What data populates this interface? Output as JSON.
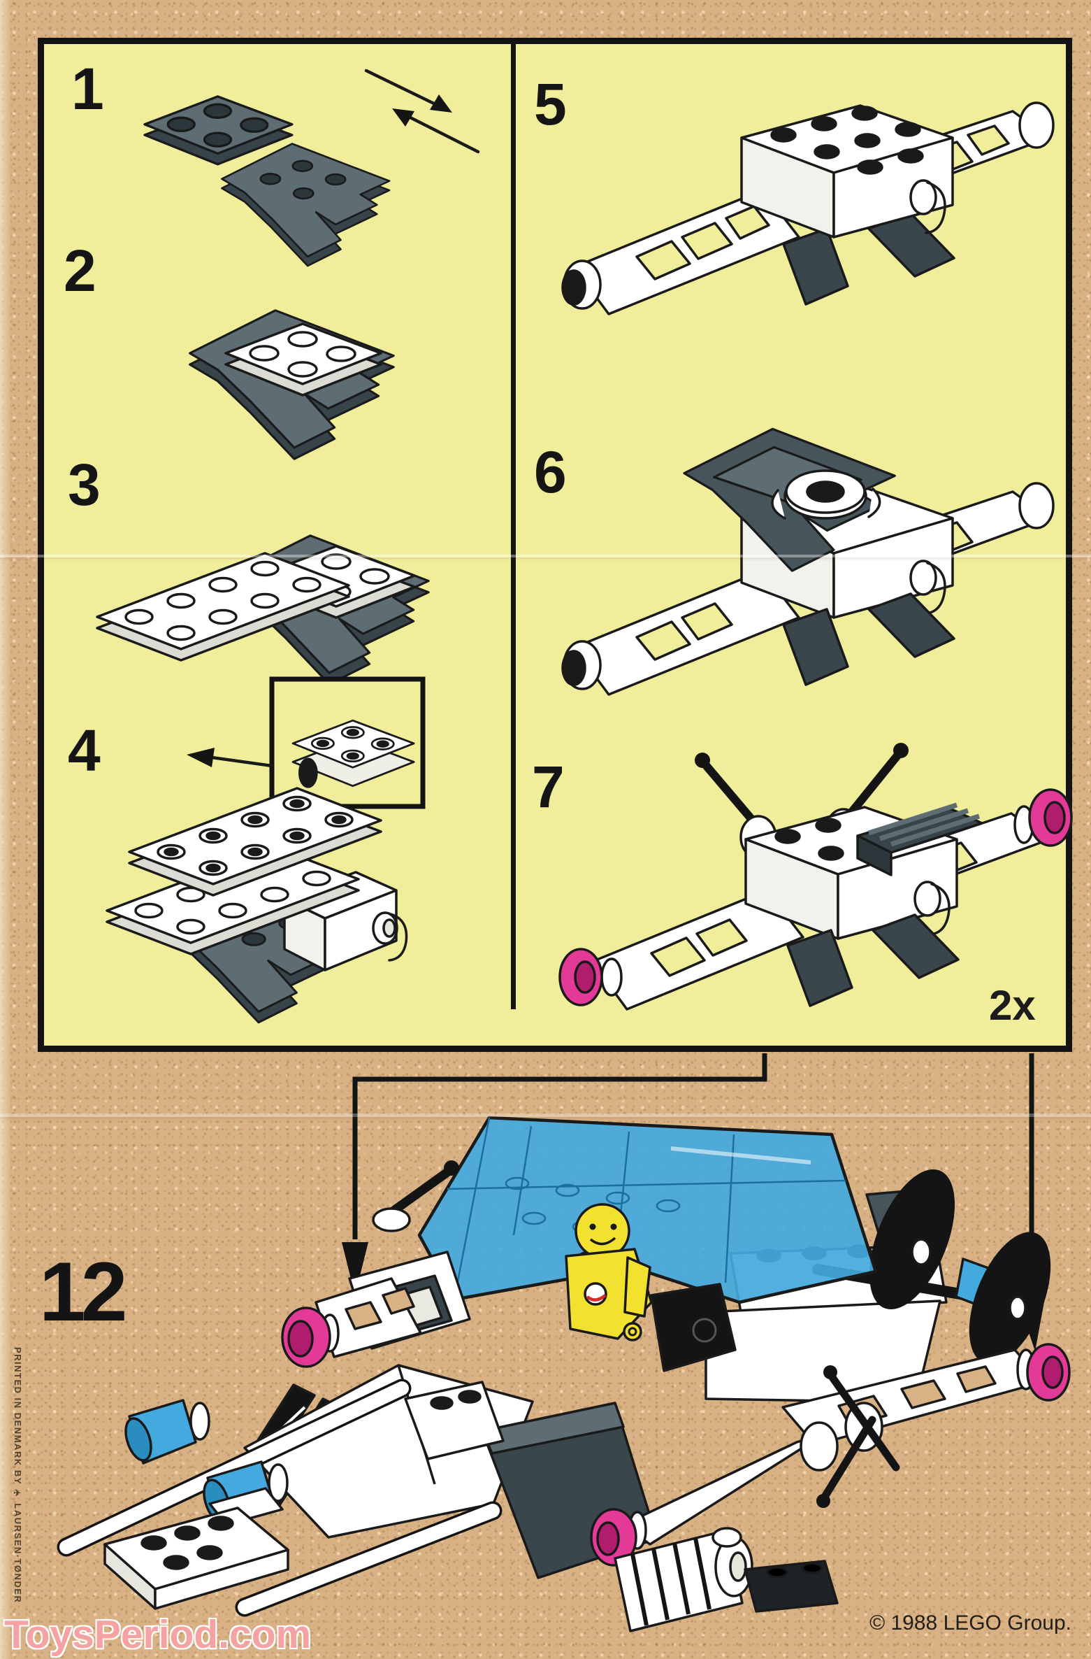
{
  "panel": {
    "quantity_label": "2x",
    "steps": {
      "s1": "1",
      "s2": "2",
      "s3": "3",
      "s4": "4",
      "s5": "5",
      "s6": "6",
      "s7": "7"
    }
  },
  "main": {
    "step_label": "12"
  },
  "footer": {
    "copyright": "© 1988 LEGO Group.",
    "watermark": "ToysPeriod.com",
    "printer_note": "PRINTED IN DENMARK BY ✈ LAURSEN·TØNDER"
  },
  "colors": {
    "page_background": "#d8b184",
    "panel_background": "#f1ee9b",
    "outline": "#1a1a1a",
    "brick_dark_gray_top": "#5d6d73",
    "brick_dark_gray_side": "#37444a",
    "brick_white": "#ffffff",
    "canopy_blue": "#43a9de",
    "cone_blue": "#43a9de",
    "engine_magenta": "#e23a96",
    "engine_magenta_deep": "#b01d6e",
    "minifig_yellow": "#f3e130",
    "watermark_pink": "#f5a2a2"
  }
}
